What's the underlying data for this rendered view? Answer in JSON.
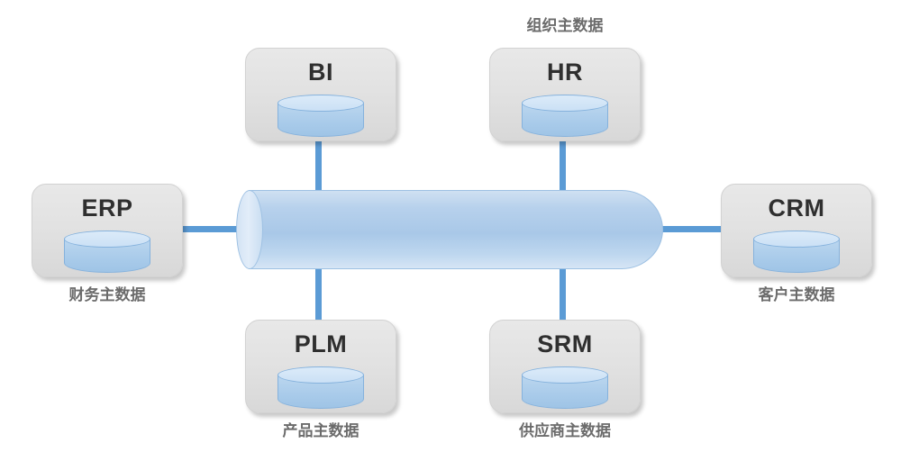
{
  "diagram": {
    "type": "master-data-hub",
    "hub": {
      "name": "master-data-bus",
      "shape": "horizontal-cylinder",
      "color": "#a9c8e8"
    },
    "connector_color": "#5b9bd5",
    "node_fill": "#e2e2e2",
    "caption_color": "#6b6b6b",
    "nodes": [
      {
        "id": "bi",
        "title": "BI",
        "icon": "database-icon",
        "caption": "",
        "caption_pos": "none"
      },
      {
        "id": "hr",
        "title": "HR",
        "icon": "database-icon",
        "caption": "组织主数据",
        "caption_pos": "top"
      },
      {
        "id": "erp",
        "title": "ERP",
        "icon": "database-icon",
        "caption": "财务主数据",
        "caption_pos": "bottom"
      },
      {
        "id": "crm",
        "title": "CRM",
        "icon": "database-icon",
        "caption": "客户主数据",
        "caption_pos": "bottom"
      },
      {
        "id": "plm",
        "title": "PLM",
        "icon": "database-icon",
        "caption": "产品主数据",
        "caption_pos": "bottom"
      },
      {
        "id": "srm",
        "title": "SRM",
        "icon": "database-icon",
        "caption": "供应商主数据",
        "caption_pos": "bottom"
      }
    ]
  }
}
